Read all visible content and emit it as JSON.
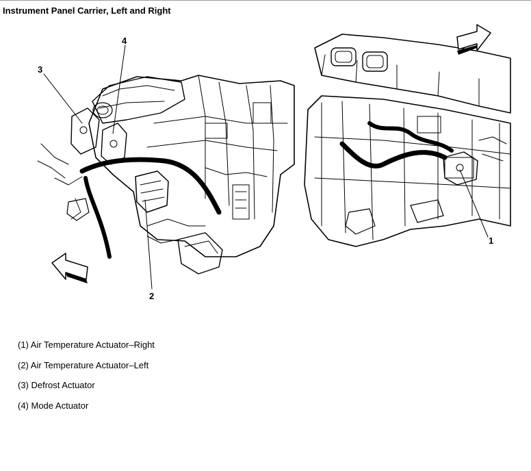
{
  "title": "Instrument Panel Carrier, Left and Right",
  "callouts": {
    "c1": "1",
    "c2": "2",
    "c3": "3",
    "c4": "4"
  },
  "legend": [
    "(1) Air Temperature Actuator–Right",
    "(2) Air Temperature Actuator–Left",
    "(3) Defrost Actuator",
    "(4) Mode Actuator"
  ]
}
